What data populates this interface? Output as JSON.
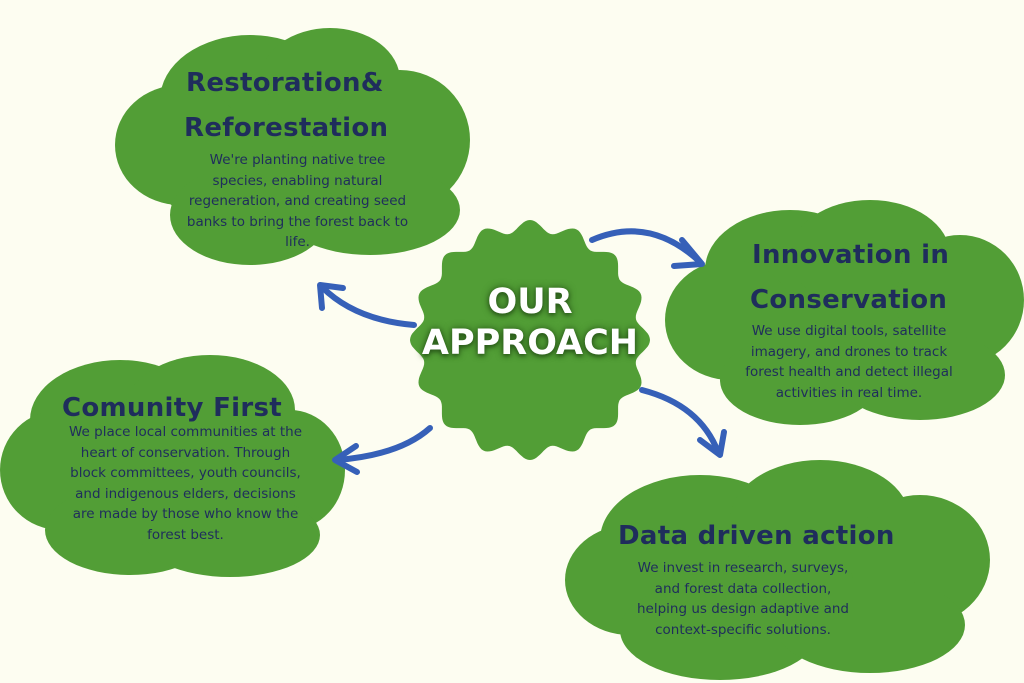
{
  "colors": {
    "background": "#fdfdf1",
    "cloud": "#529e36",
    "text": "#1f2d5c",
    "arrow": "#3660b8",
    "center_text": "#ffffff"
  },
  "center": {
    "line1": "OUR",
    "line2": "APPROACH"
  },
  "nodes": {
    "restoration": {
      "title1": "Restoration&",
      "title2": "Reforestation",
      "body": "We're planting native tree species, enabling natural regeneration, and creating seed banks to bring the forest back to life."
    },
    "innovation": {
      "title1": "Innovation in",
      "title2": "Conservation",
      "body": "We use digital tools, satellite imagery, and drones to track forest health and detect illegal activities in real time."
    },
    "community": {
      "title": "Comunity First",
      "body": "We place local communities at the heart of conservation. Through block committees, youth councils, and indigenous elders, decisions are made by those who know the forest best."
    },
    "data": {
      "title": "Data driven action",
      "body": "We invest in research, surveys, and forest data collection, helping us design adaptive and context-specific solutions."
    }
  }
}
